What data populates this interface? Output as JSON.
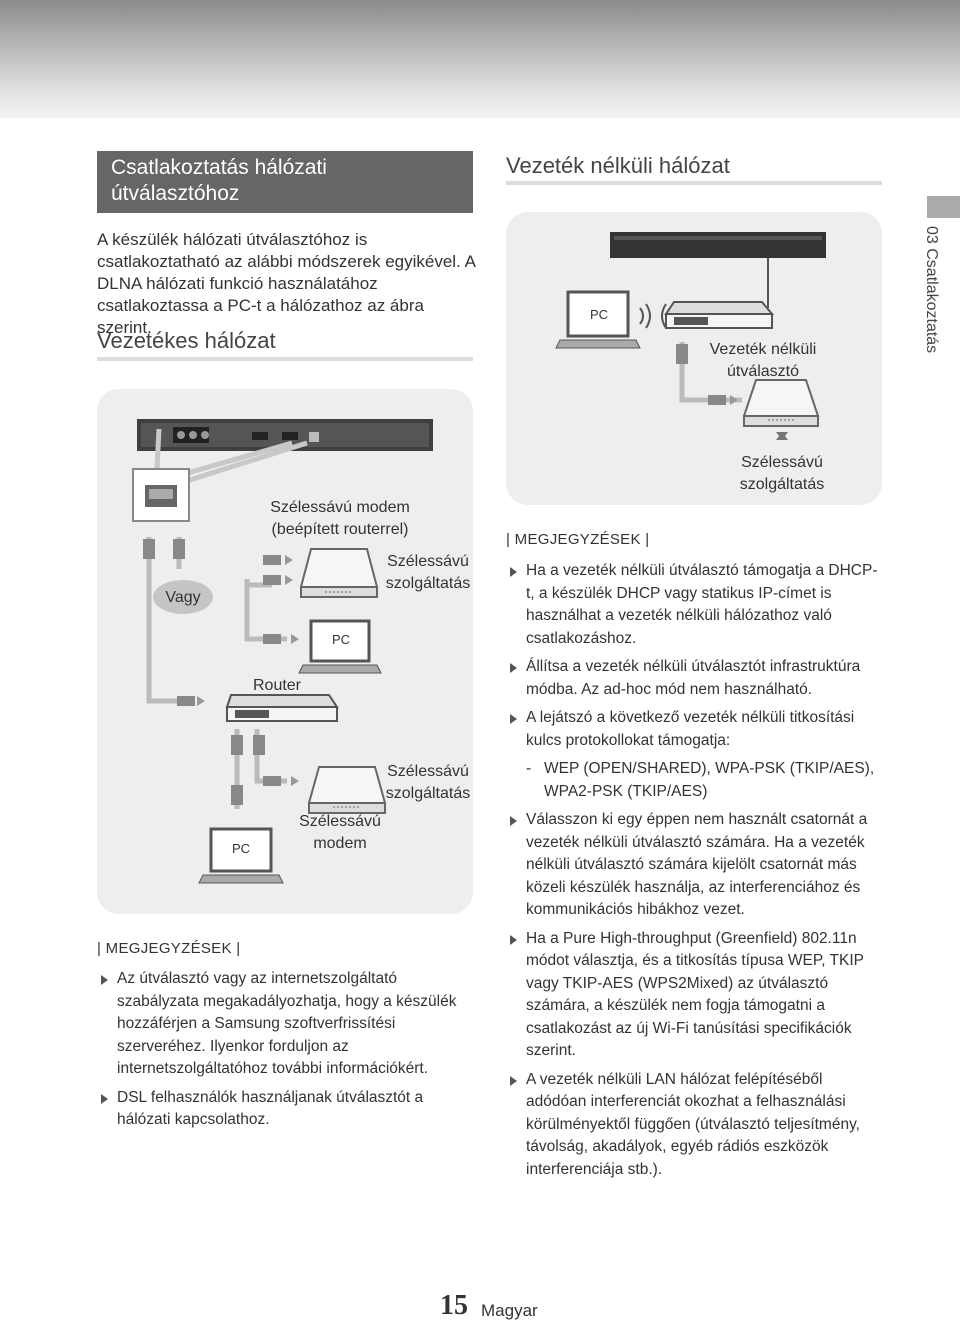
{
  "left": {
    "section_title": "Csatlakoztatás hálózati útválasztóhoz",
    "intro": "A készülék hálózati útválasztóhoz is csatlakoztatható az alábbi módszerek egyikével. A DLNA hálózati funkció használatához csatlakoztassa a PC-t a hálózathoz az ábra szerint.",
    "wired_heading": "Vezetékes hálózat",
    "diagram": {
      "modem_router_label": "Szélessávú modem (beépített routerrel)",
      "service_label_1": "Szélessávú szolgáltatás",
      "or_label": "Vagy",
      "pc_label_1": "PC",
      "router_label": "Router",
      "service_label_2": "Szélessávú szolgáltatás",
      "modem_label": "Szélessávú modem",
      "pc_label_2": "PC"
    },
    "notes_heading": "| MEGJEGYZÉSEK |",
    "notes": [
      "Az útválasztó vagy az internetszolgáltató szabályzata megakadályozhatja, hogy a készülék hozzáférjen a Samsung szoftverfrissítési szerveréhez. Ilyenkor forduljon az internetszolgáltatóhoz további információkért.",
      "DSL felhasználók használjanak útválasztót a hálózati kapcsolathoz."
    ]
  },
  "right": {
    "wireless_heading": "Vezeték nélküli hálózat",
    "diagram": {
      "pc_label": "PC",
      "wireless_router_label": "Vezeték nélküli útválasztó",
      "service_label": "Szélessávú szolgáltatás"
    },
    "notes_heading": "| MEGJEGYZÉSEK |",
    "notes": [
      "Ha a vezeték nélküli útválasztó támogatja a DHCP-t, a készülék DHCP vagy statikus IP-címet is használhat a vezeték nélküli hálózathoz való csatlakozáshoz.",
      "Állítsa a vezeték nélküli útválasztót infrastruktúra módba. Az ad-hoc mód nem használható.",
      "A lejátszó a következő vezeték nélküli titkosítási kulcs protokollokat támogatja:"
    ],
    "sub_note_dash": "-",
    "sub_note": "WEP (OPEN/SHARED), WPA-PSK (TKIP/AES), WPA2-PSK (TKIP/AES)",
    "notes_2": [
      "Válasszon ki egy éppen nem használt csatornát a vezeték nélküli útválasztó számára. Ha a vezeték nélküli útválasztó számára kijelölt csatornát más közeli készülék használja, az interferenciához és kommunikációs hibákhoz vezet.",
      "Ha a Pure High-throughput (Greenfield) 802.11n módot választja, és a titkosítás típusa WEP, TKIP vagy TKIP-AES (WPS2Mixed) az útválasztó számára, a készülék nem fogja támogatni a csatlakozást az új Wi-Fi tanúsítási specifikációk szerint.",
      "A vezeték nélküli LAN hálózat felépítéséből adódóan interferenciát okozhat a felhasználási körülményektől függően (útválasztó teljesítmény, távolság, akadályok, egyéb rádiós eszközök interferenciája stb.)."
    ]
  },
  "side": {
    "chapter": "03  Csatlakoztatás"
  },
  "footer": {
    "page_number": "15",
    "language": "Magyar"
  }
}
